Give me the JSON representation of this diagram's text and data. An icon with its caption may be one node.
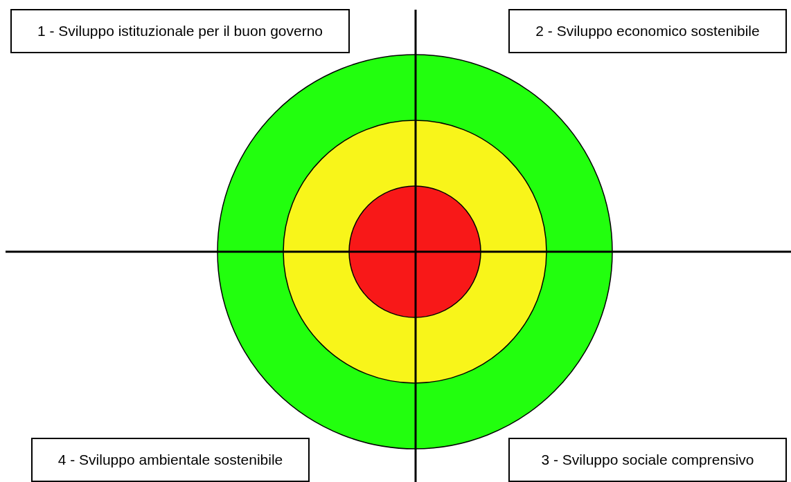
{
  "diagram": {
    "nodes": [
      {
        "text": [
          "1 - Sviluppo istituzionale per il buon governo"
        ]
      },
      {
        "text": [
          "2 - Sviluppo economico sostenibile"
        ]
      },
      {
        "text": [
          "4 - Sviluppo ambientale sostenibile"
        ]
      },
      {
        "text": [
          "3 - Sviluppo sociale comprensivo"
        ]
      }
    ]
  }
}
